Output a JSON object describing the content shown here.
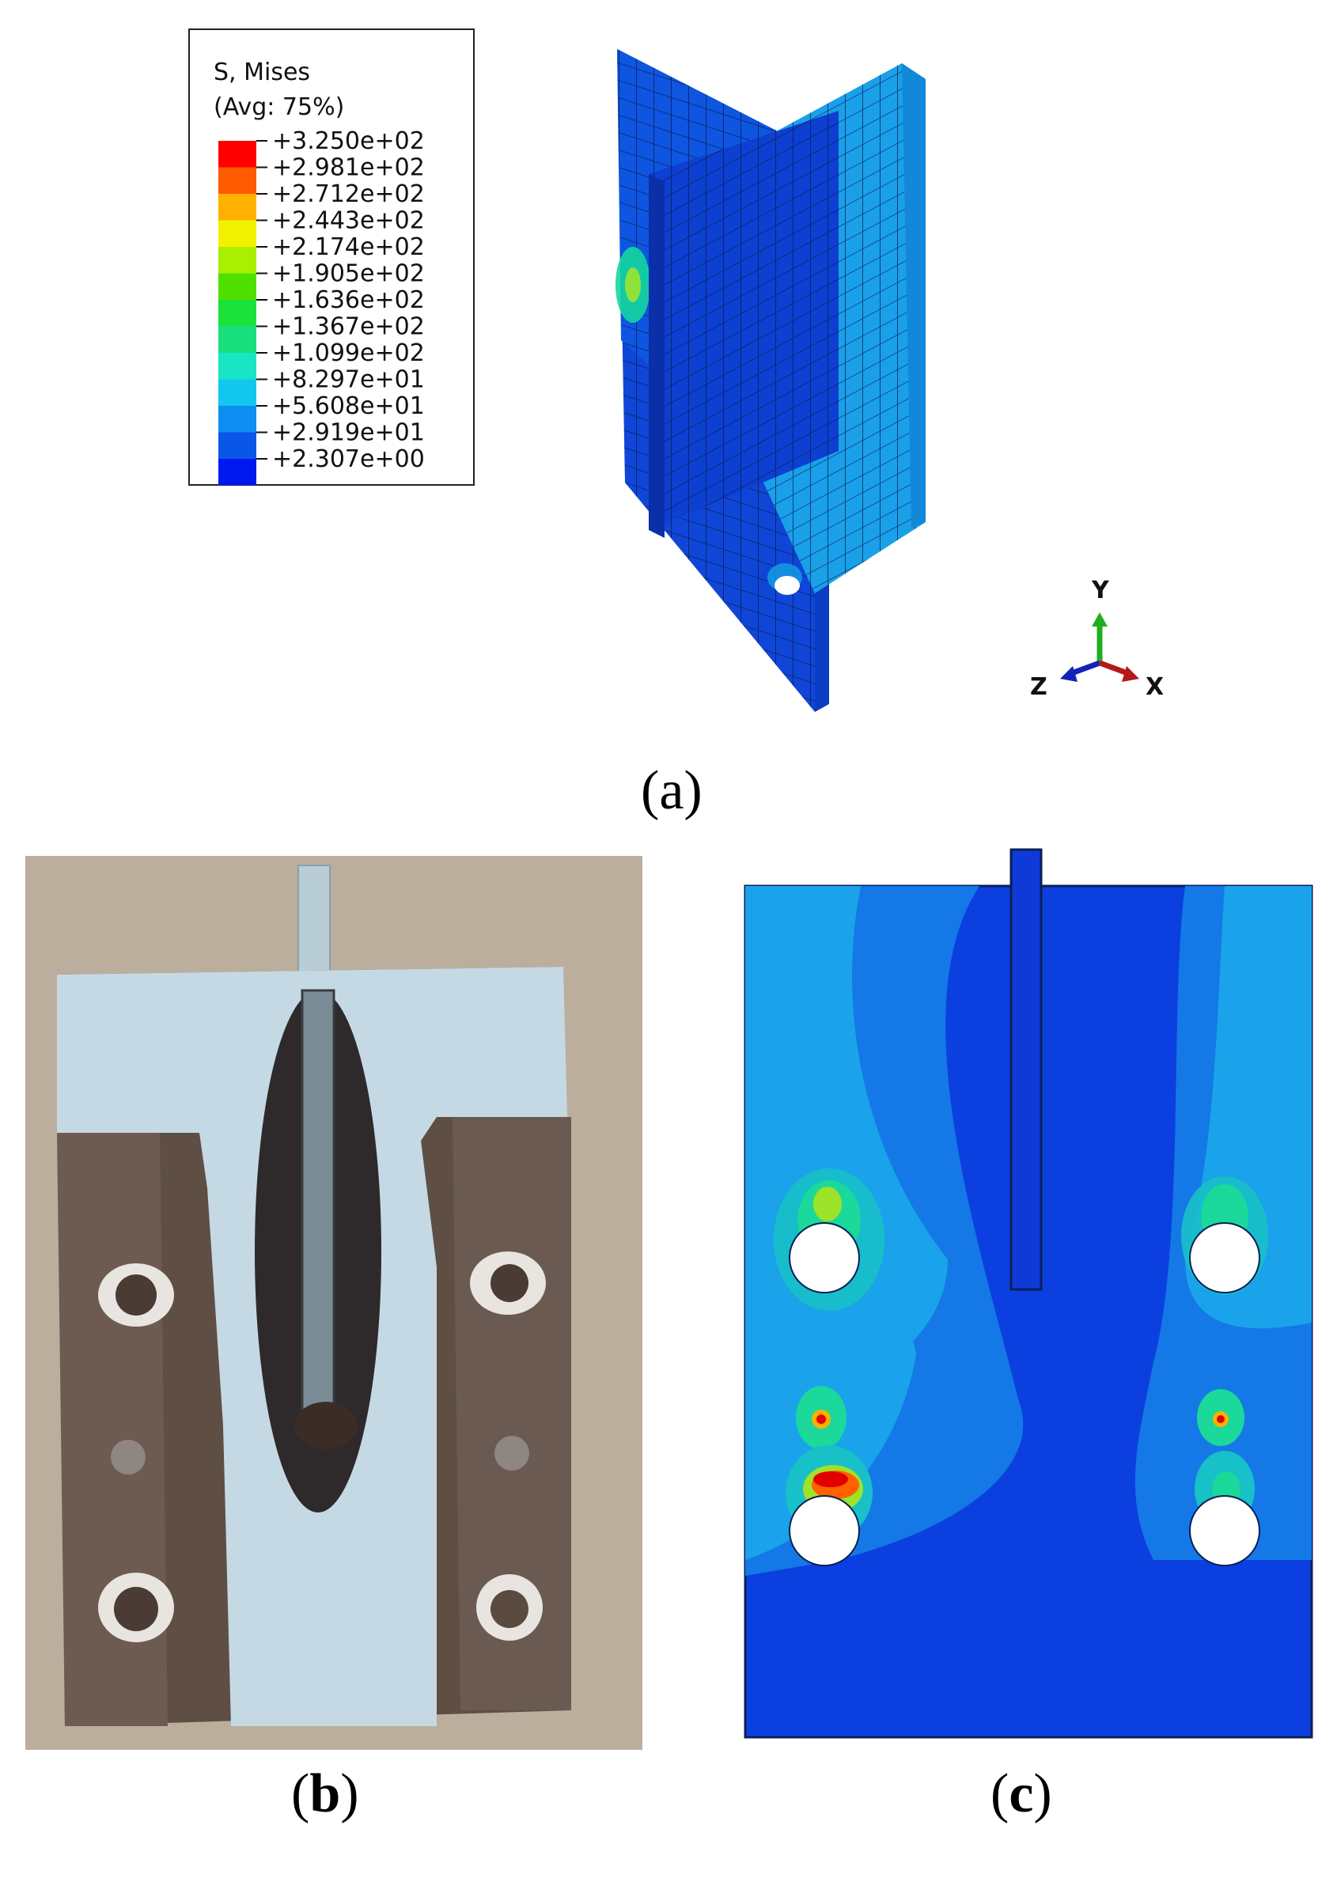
{
  "panel_a": {
    "label_open": "(",
    "label_letter": "a",
    "label_close": ")",
    "legend": {
      "title_line1": "S, Mises",
      "title_line2": "(Avg: 75%)",
      "values": [
        "+3.250e+02",
        "+2.981e+02",
        "+2.712e+02",
        "+2.443e+02",
        "+2.174e+02",
        "+1.905e+02",
        "+1.636e+02",
        "+1.367e+02",
        "+1.099e+02",
        "+8.297e+01",
        "+5.608e+01",
        "+2.919e+01",
        "+2.307e+00"
      ],
      "colors": [
        "#ff0000",
        "#ff5a00",
        "#ffb100",
        "#f2f200",
        "#a8f000",
        "#4fe000",
        "#1ae23a",
        "#18e07e",
        "#18e5c4",
        "#13c6ee",
        "#0d8ef0",
        "#0a56e8",
        "#0018f0"
      ]
    },
    "axis_triad": {
      "y": "Y",
      "z": "Z",
      "x": "X"
    }
  },
  "panel_b": {
    "label_open": "(",
    "label_letter": "b",
    "label_close": ")"
  },
  "panel_c": {
    "label_open": "(",
    "label_letter": "c",
    "label_close": ")"
  }
}
